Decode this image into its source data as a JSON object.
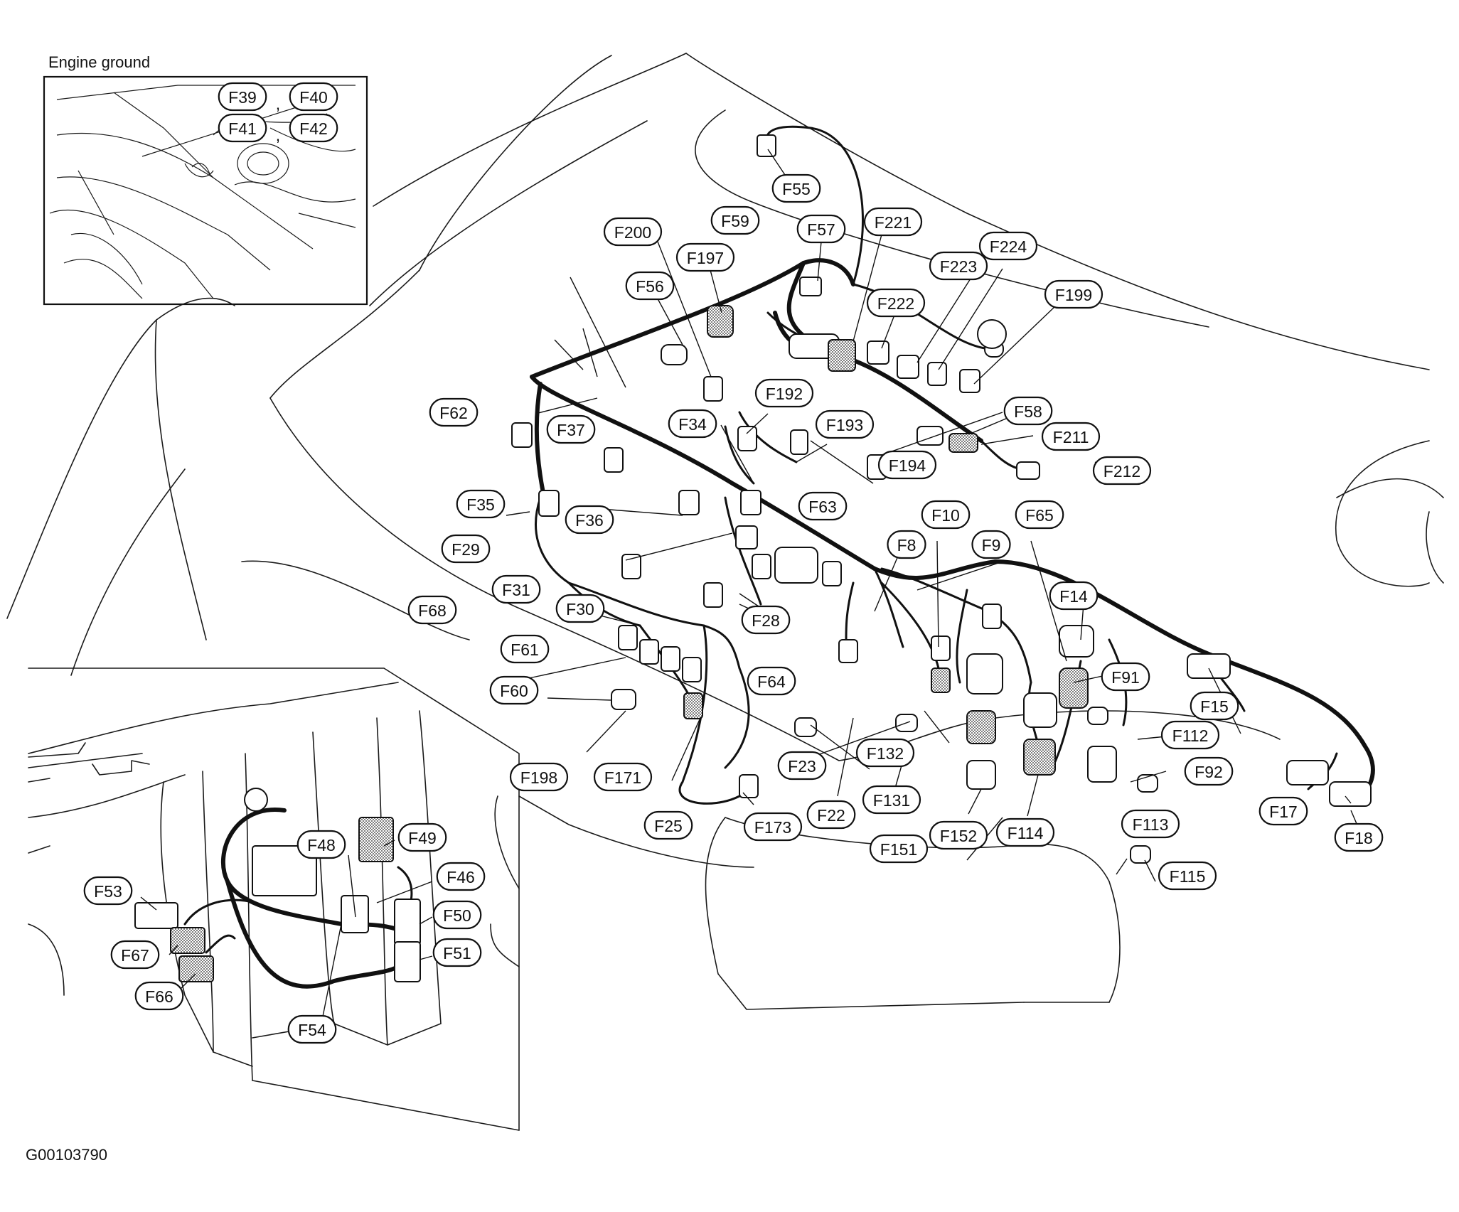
{
  "inset": {
    "title": "Engine ground"
  },
  "figure_id": "G00103790",
  "callouts": [
    {
      "id": "F39",
      "text": "F39"
    },
    {
      "id": "F40",
      "text": "F40"
    },
    {
      "id": "F41",
      "text": "F41"
    },
    {
      "id": "F42",
      "text": "F42"
    },
    {
      "id": "F55",
      "text": "F55"
    },
    {
      "id": "F59",
      "text": "F59"
    },
    {
      "id": "F57",
      "text": "F57"
    },
    {
      "id": "F221",
      "text": "F221"
    },
    {
      "id": "F200",
      "text": "F200"
    },
    {
      "id": "F197",
      "text": "F197"
    },
    {
      "id": "F224",
      "text": "F224"
    },
    {
      "id": "F223",
      "text": "F223"
    },
    {
      "id": "F199",
      "text": "F199"
    },
    {
      "id": "F56",
      "text": "F56"
    },
    {
      "id": "F222",
      "text": "F222"
    },
    {
      "id": "F62",
      "text": "F62"
    },
    {
      "id": "F192",
      "text": "F192"
    },
    {
      "id": "F37",
      "text": "F37"
    },
    {
      "id": "F34",
      "text": "F34"
    },
    {
      "id": "F193",
      "text": "F193"
    },
    {
      "id": "F58",
      "text": "F58"
    },
    {
      "id": "F211",
      "text": "F211"
    },
    {
      "id": "F194",
      "text": "F194"
    },
    {
      "id": "F212",
      "text": "F212"
    },
    {
      "id": "F35",
      "text": "F35"
    },
    {
      "id": "F36",
      "text": "F36"
    },
    {
      "id": "F63",
      "text": "F63"
    },
    {
      "id": "F10",
      "text": "F10"
    },
    {
      "id": "F65",
      "text": "F65"
    },
    {
      "id": "F29",
      "text": "F29"
    },
    {
      "id": "F8",
      "text": "F8"
    },
    {
      "id": "F9",
      "text": "F9"
    },
    {
      "id": "F31",
      "text": "F31"
    },
    {
      "id": "F14",
      "text": "F14"
    },
    {
      "id": "F68",
      "text": "F68"
    },
    {
      "id": "F30",
      "text": "F30"
    },
    {
      "id": "F28",
      "text": "F28"
    },
    {
      "id": "F61",
      "text": "F61"
    },
    {
      "id": "F91",
      "text": "F91"
    },
    {
      "id": "F64",
      "text": "F64"
    },
    {
      "id": "F60",
      "text": "F60"
    },
    {
      "id": "F15",
      "text": "F15"
    },
    {
      "id": "F112",
      "text": "F112"
    },
    {
      "id": "F132",
      "text": "F132"
    },
    {
      "id": "F23",
      "text": "F23"
    },
    {
      "id": "F92",
      "text": "F92"
    },
    {
      "id": "F198",
      "text": "F198"
    },
    {
      "id": "F171",
      "text": "F171"
    },
    {
      "id": "F131",
      "text": "F131"
    },
    {
      "id": "F17",
      "text": "F17"
    },
    {
      "id": "F22",
      "text": "F22"
    },
    {
      "id": "F113",
      "text": "F113"
    },
    {
      "id": "F25",
      "text": "F25"
    },
    {
      "id": "F173",
      "text": "F173"
    },
    {
      "id": "F152",
      "text": "F152"
    },
    {
      "id": "F114",
      "text": "F114"
    },
    {
      "id": "F18",
      "text": "F18"
    },
    {
      "id": "F49",
      "text": "F49"
    },
    {
      "id": "F48",
      "text": "F48"
    },
    {
      "id": "F151",
      "text": "F151"
    },
    {
      "id": "F115",
      "text": "F115"
    },
    {
      "id": "F46",
      "text": "F46"
    },
    {
      "id": "F53",
      "text": "F53"
    },
    {
      "id": "F50",
      "text": "F50"
    },
    {
      "id": "F67",
      "text": "F67"
    },
    {
      "id": "F51",
      "text": "F51"
    },
    {
      "id": "F66",
      "text": "F66"
    },
    {
      "id": "F54",
      "text": "F54"
    }
  ]
}
